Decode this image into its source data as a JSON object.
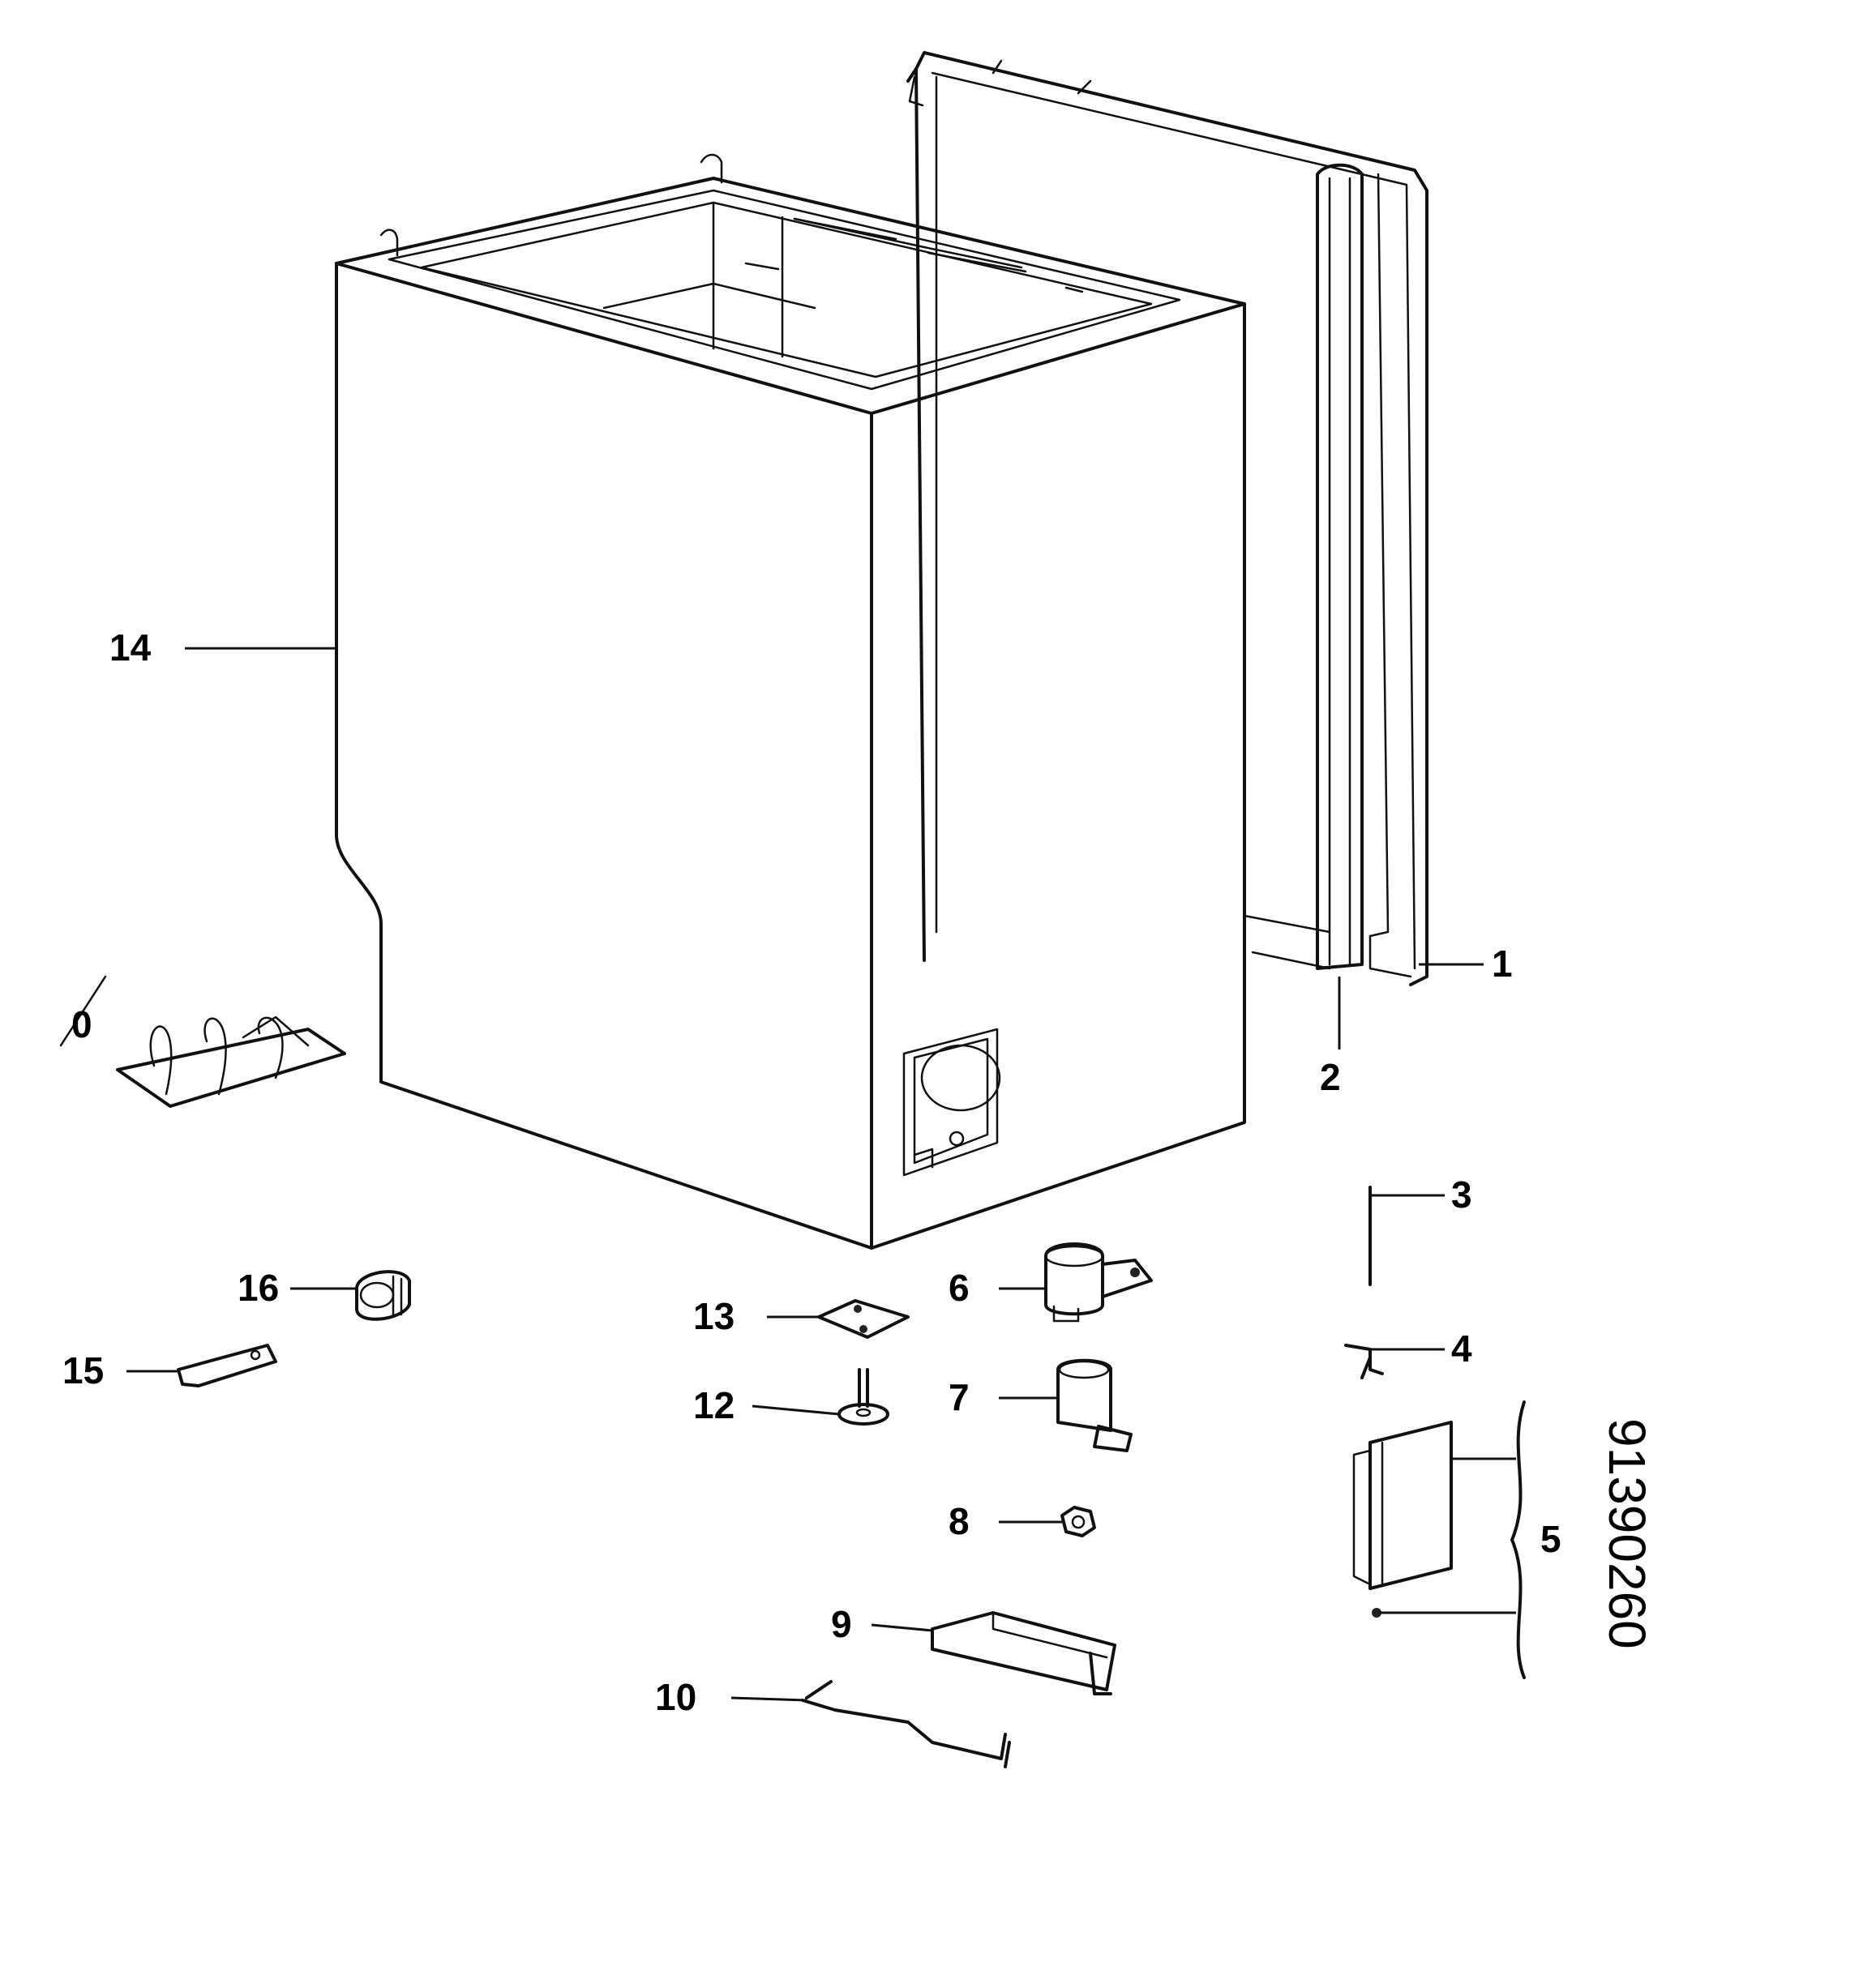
{
  "diagram": {
    "document_code": "91390260",
    "callouts": [
      "1",
      "2",
      "3",
      "4",
      "5",
      "6",
      "7",
      "8",
      "9",
      "10",
      "12",
      "13",
      "14",
      "15",
      "16",
      "0"
    ]
  }
}
